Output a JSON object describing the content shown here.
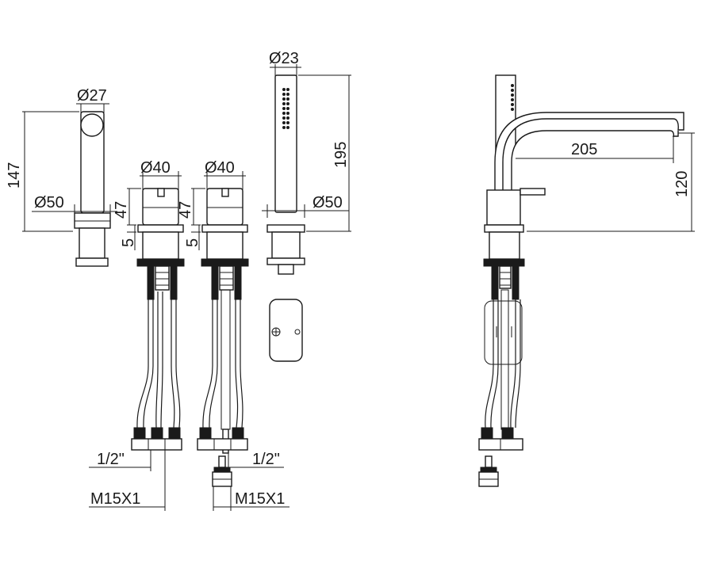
{
  "dimensions": {
    "spout_height": "147",
    "spout_diameter": "Ø27",
    "base_diameter_left": "Ø50",
    "valve1_diameter": "Ø40",
    "valve1_height": "47",
    "valve1_gap": "5",
    "valve2_diameter": "Ø40",
    "valve2_height": "47",
    "valve2_gap": "5",
    "handshower_diameter": "Ø23",
    "handshower_length": "195",
    "base_diameter_right": "Ø50",
    "spout_reach": "205",
    "spout_outlet_height": "120"
  },
  "connections": {
    "inlet_left": "1/2\"",
    "thread_left": "M15X1",
    "inlet_right": "1/2\"",
    "thread_right": "M15X1"
  }
}
